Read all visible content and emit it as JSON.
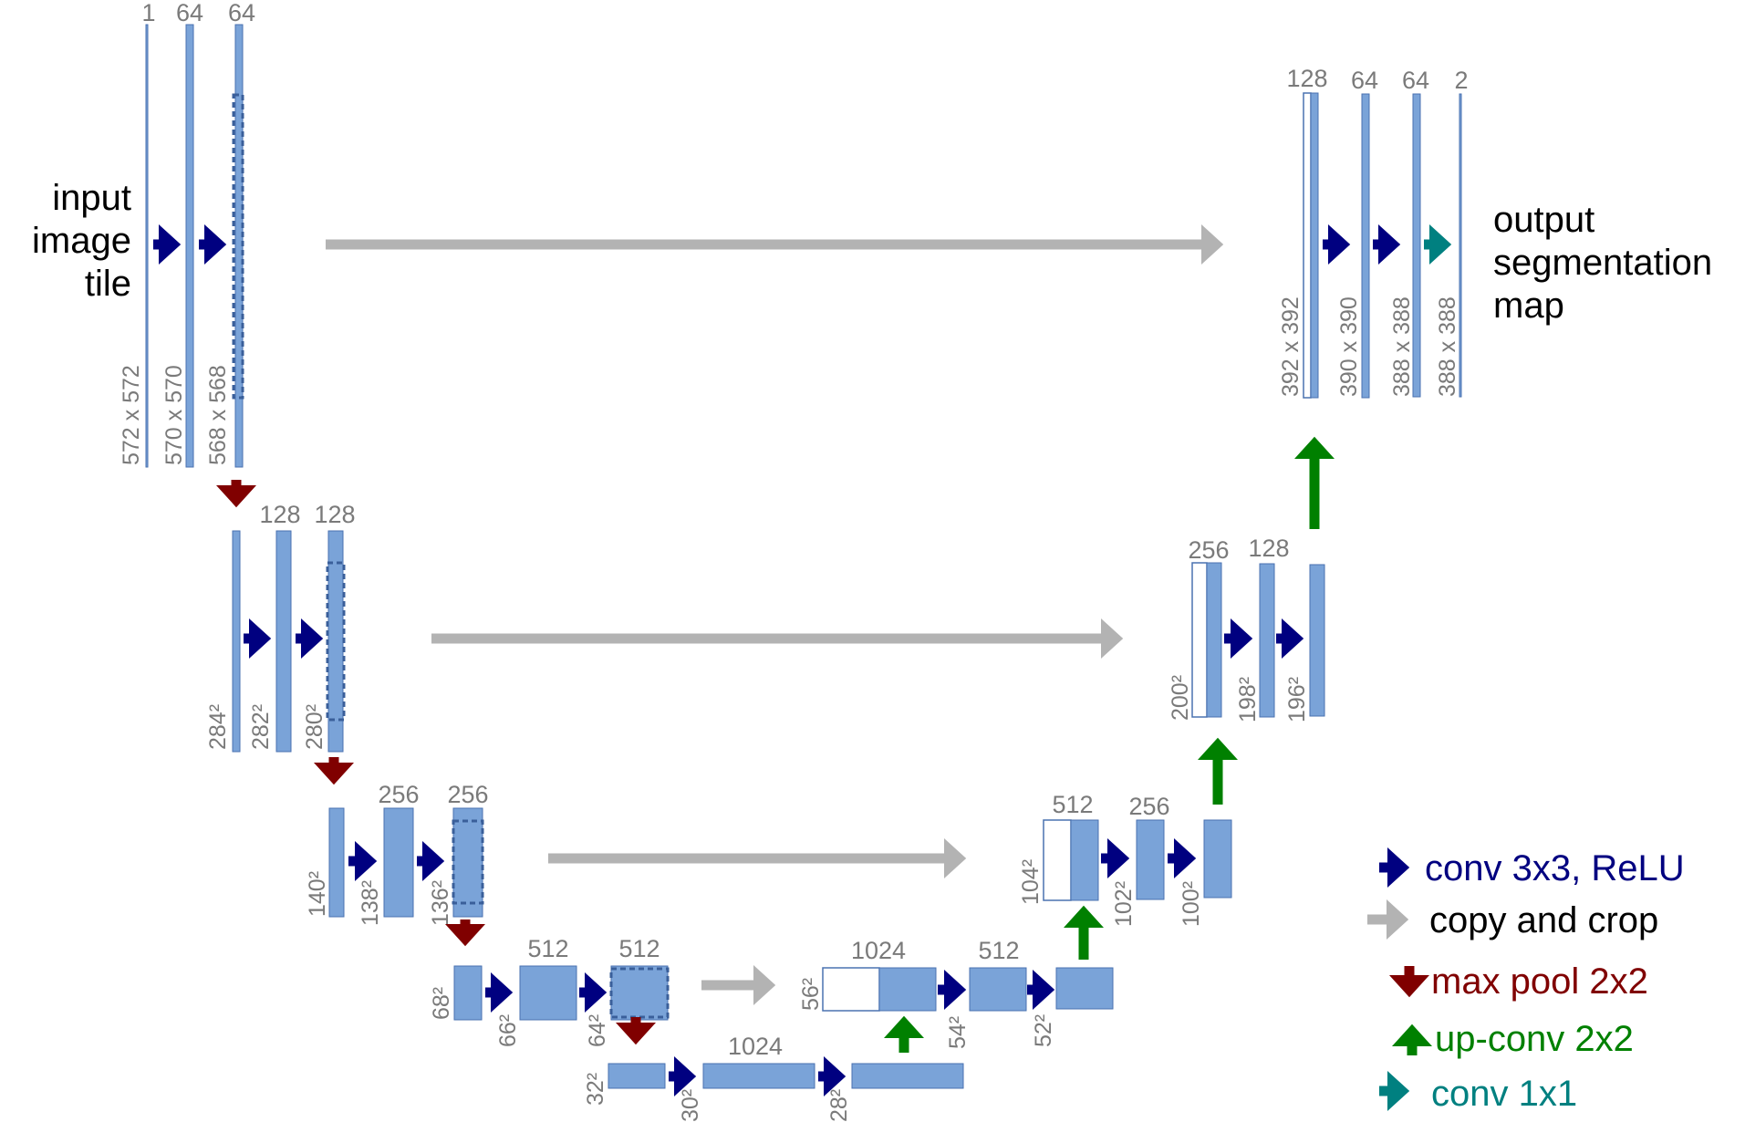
{
  "labels": {
    "input": [
      "input",
      "image",
      "tile"
    ],
    "output": [
      "output",
      "segmentation",
      "map"
    ]
  },
  "legend": {
    "conv": "conv 3x3, ReLU",
    "copy": "copy and crop",
    "pool": "max pool 2x2",
    "upconv": "up-conv 2x2",
    "conv1x1": "conv 1x1"
  },
  "channels": {
    "e1a": "1",
    "e1b": "64",
    "e1c": "64",
    "e2b": "128",
    "e2c": "128",
    "e3b": "256",
    "e3c": "256",
    "e4b": "512",
    "e4c": "512",
    "bb": "1024",
    "d4a": "1024",
    "d4b": "512",
    "d3a": "512",
    "d3b": "256",
    "d2a": "256",
    "d2b": "128",
    "d1a": "128",
    "d1b": "64",
    "d1c": "64",
    "d1d": "2"
  },
  "dims": {
    "e1a": "572 x 572",
    "e1b": "570 x 570",
    "e1c": "568 x 568",
    "e2a": "284²",
    "e2b": "282²",
    "e2c": "280²",
    "e3a": "140²",
    "e3b": "138²",
    "e3c": "136²",
    "e4a": "68²",
    "e4b": "66²",
    "e4c": "64²",
    "bba": "32²",
    "bbb": "30²",
    "bbc": "28²",
    "d4a": "56²",
    "d4b": "54²",
    "d4c": "52²",
    "d3a": "104²",
    "d3b": "102²",
    "d3c": "100²",
    "d2a": "200²",
    "d2b": "198²",
    "d2c": "196²",
    "d1a": "392 x 392",
    "d1b": "390 x 390",
    "d1c": "388 x 388",
    "d1d": "388 x 388"
  },
  "colors": {
    "block": "#7aa3d8",
    "block_border": "#4a72b0",
    "conv": "#000080",
    "copy": "#b3b3b3",
    "pool": "#800000",
    "upconv": "#008000",
    "conv1x1": "#008080"
  }
}
